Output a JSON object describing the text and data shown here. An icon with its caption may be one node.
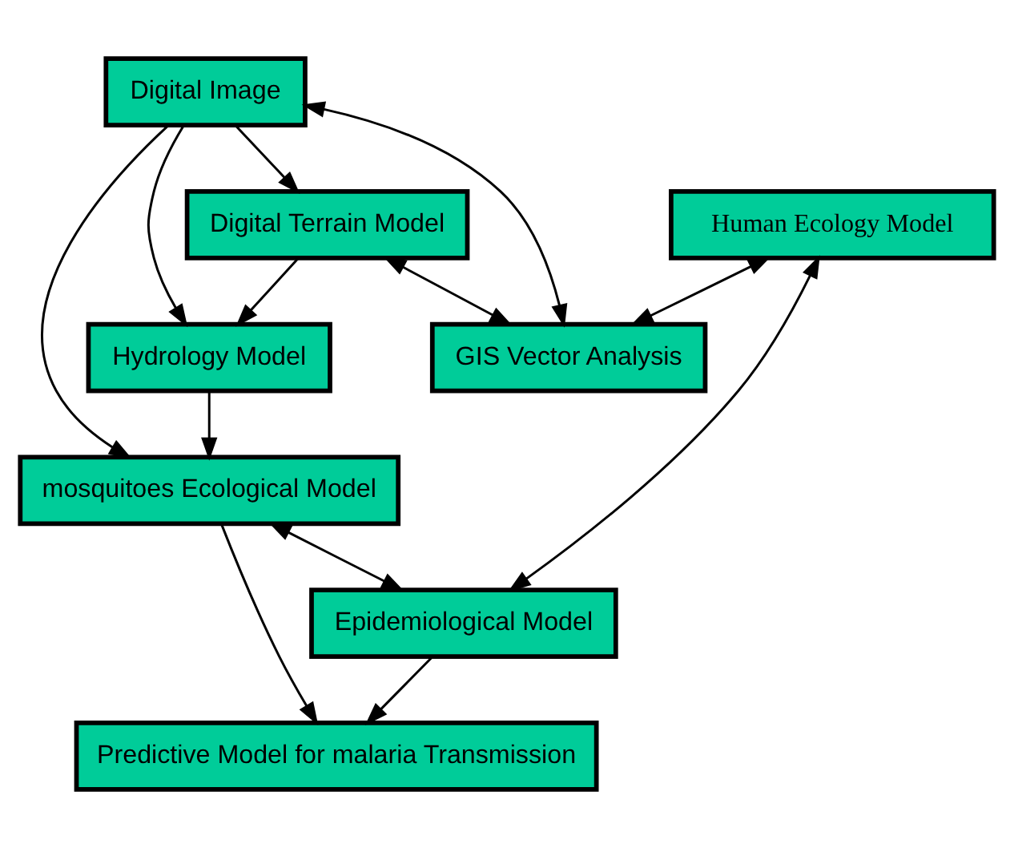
{
  "diagram": {
    "nodes": [
      {
        "text": [
          "Digital Image"
        ]
      },
      {
        "text": [
          "GIS Vector Analysis"
        ]
      },
      {
        "text": [
          "Digital Terrain Model"
        ]
      },
      {
        "text": [
          "Human Ecology Model"
        ]
      },
      {
        "text": [
          "Hydrology Model"
        ]
      },
      {
        "text": [
          "mosquitoes Ecological Model"
        ]
      },
      {
        "text": [
          "Epidemiological Model"
        ]
      },
      {
        "text": [
          "Predictive Model for malaria Transmission"
        ]
      }
    ],
    "edges": [
      {
        "from": 0,
        "to": 1,
        "arrow": "both"
      },
      {
        "from": 2,
        "to": 1,
        "arrow": "both"
      },
      {
        "from": 3,
        "to": 1,
        "arrow": "both"
      },
      {
        "from": 0,
        "to": 2,
        "arrow": "to"
      },
      {
        "from": 0,
        "to": 4,
        "arrow": "to"
      },
      {
        "from": 0,
        "to": 5,
        "arrow": "to"
      },
      {
        "from": 2,
        "to": 4,
        "arrow": "to"
      },
      {
        "from": 4,
        "to": 5,
        "arrow": "to"
      },
      {
        "from": 5,
        "to": 6,
        "arrow": "both"
      },
      {
        "from": 3,
        "to": 6,
        "arrow": "both"
      },
      {
        "from": 5,
        "to": 7,
        "arrow": "to"
      },
      {
        "from": 6,
        "to": 7,
        "arrow": "to"
      }
    ]
  }
}
